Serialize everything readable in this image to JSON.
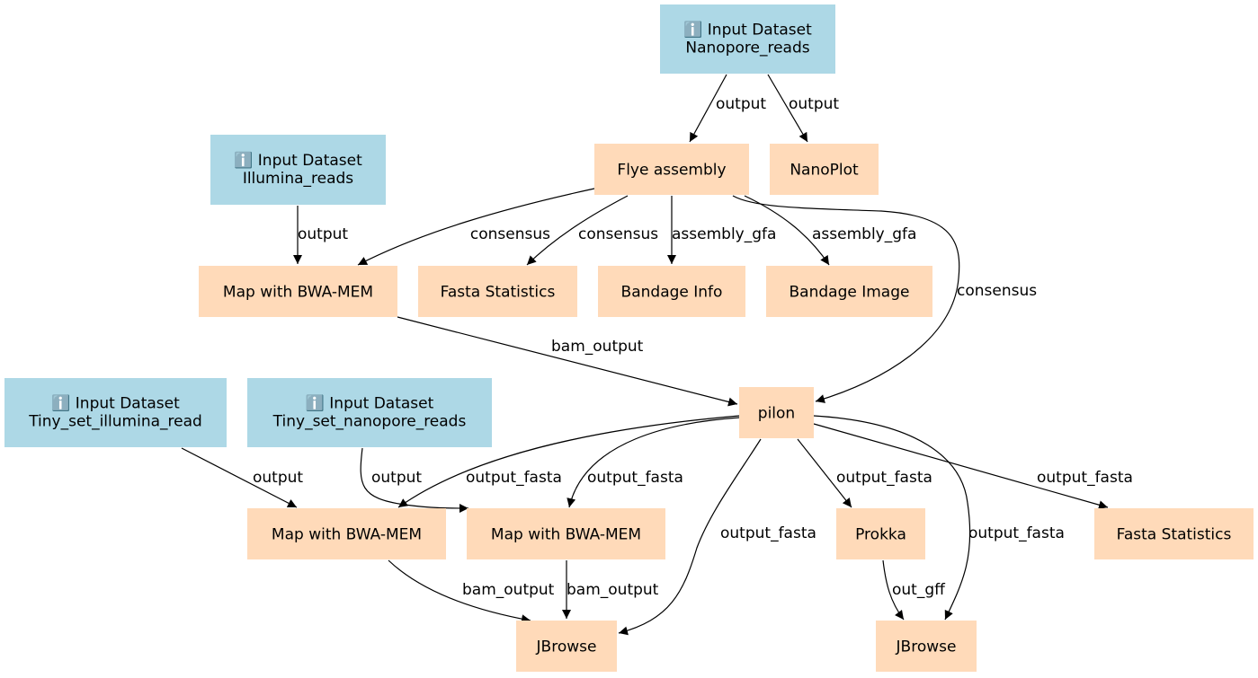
{
  "colors": {
    "input": "#add8e6",
    "tool": "#ffdab9",
    "edge": "#000000"
  },
  "nodes": {
    "nanopore_input": {
      "kind": "input",
      "icon": "info-icon",
      "icon_glyph": "ℹ️",
      "line1": "Input Dataset",
      "line2": "Nanopore_reads"
    },
    "illumina_input": {
      "kind": "input",
      "icon": "info-icon",
      "icon_glyph": "ℹ️",
      "line1": "Input Dataset",
      "line2": "Illumina_reads"
    },
    "tiny_illumina_input": {
      "kind": "input",
      "icon": "info-icon",
      "icon_glyph": "ℹ️",
      "line1": "Input Dataset",
      "line2": "Tiny_set_illumina_read"
    },
    "tiny_nanopore_input": {
      "kind": "input",
      "icon": "info-icon",
      "icon_glyph": "ℹ️",
      "line1": "Input Dataset",
      "line2": "Tiny_set_nanopore_reads"
    },
    "flye": {
      "kind": "tool",
      "label": "Flye assembly"
    },
    "nanoplot": {
      "kind": "tool",
      "label": "NanoPlot"
    },
    "bwa_mem_1": {
      "kind": "tool",
      "label": "Map with BWA-MEM"
    },
    "fasta_stats_1": {
      "kind": "tool",
      "label": "Fasta Statistics"
    },
    "bandage_info": {
      "kind": "tool",
      "label": "Bandage Info"
    },
    "bandage_image": {
      "kind": "tool",
      "label": "Bandage Image"
    },
    "pilon": {
      "kind": "tool",
      "label": "pilon"
    },
    "bwa_mem_2": {
      "kind": "tool",
      "label": "Map with BWA-MEM"
    },
    "bwa_mem_3": {
      "kind": "tool",
      "label": "Map with BWA-MEM"
    },
    "prokka": {
      "kind": "tool",
      "label": "Prokka"
    },
    "fasta_stats_2": {
      "kind": "tool",
      "label": "Fasta Statistics"
    },
    "jbrowse_1": {
      "kind": "tool",
      "label": "JBrowse"
    },
    "jbrowse_2": {
      "kind": "tool",
      "label": "JBrowse"
    }
  },
  "edges": [
    {
      "id": "e1",
      "from": "nanopore_input",
      "to": "flye",
      "label": "output"
    },
    {
      "id": "e2",
      "from": "nanopore_input",
      "to": "nanoplot",
      "label": "output"
    },
    {
      "id": "e3",
      "from": "illumina_input",
      "to": "bwa_mem_1",
      "label": "output"
    },
    {
      "id": "e4",
      "from": "flye",
      "to": "bwa_mem_1",
      "label": "consensus"
    },
    {
      "id": "e5",
      "from": "flye",
      "to": "fasta_stats_1",
      "label": "consensus"
    },
    {
      "id": "e6",
      "from": "flye",
      "to": "bandage_info",
      "label": "assembly_gfa"
    },
    {
      "id": "e7",
      "from": "flye",
      "to": "bandage_image",
      "label": "assembly_gfa"
    },
    {
      "id": "e8",
      "from": "flye",
      "to": "pilon",
      "label": "consensus"
    },
    {
      "id": "e9",
      "from": "bwa_mem_1",
      "to": "pilon",
      "label": "bam_output"
    },
    {
      "id": "e10",
      "from": "tiny_illumina_input",
      "to": "bwa_mem_2",
      "label": "output"
    },
    {
      "id": "e11",
      "from": "tiny_nanopore_input",
      "to": "bwa_mem_3",
      "label": "output"
    },
    {
      "id": "e12",
      "from": "pilon",
      "to": "bwa_mem_2",
      "label": "output_fasta"
    },
    {
      "id": "e13",
      "from": "pilon",
      "to": "bwa_mem_3",
      "label": "output_fasta"
    },
    {
      "id": "e14",
      "from": "pilon",
      "to": "jbrowse_1",
      "label": "output_fasta"
    },
    {
      "id": "e15",
      "from": "pilon",
      "to": "prokka",
      "label": "output_fasta"
    },
    {
      "id": "e16",
      "from": "pilon",
      "to": "jbrowse_2",
      "label": "output_fasta"
    },
    {
      "id": "e17",
      "from": "pilon",
      "to": "fasta_stats_2",
      "label": "output_fasta"
    },
    {
      "id": "e18",
      "from": "bwa_mem_2",
      "to": "jbrowse_1",
      "label": "bam_output"
    },
    {
      "id": "e19",
      "from": "bwa_mem_3",
      "to": "jbrowse_1",
      "label": "bam_output"
    },
    {
      "id": "e20",
      "from": "prokka",
      "to": "jbrowse_2",
      "label": "out_gff"
    }
  ]
}
